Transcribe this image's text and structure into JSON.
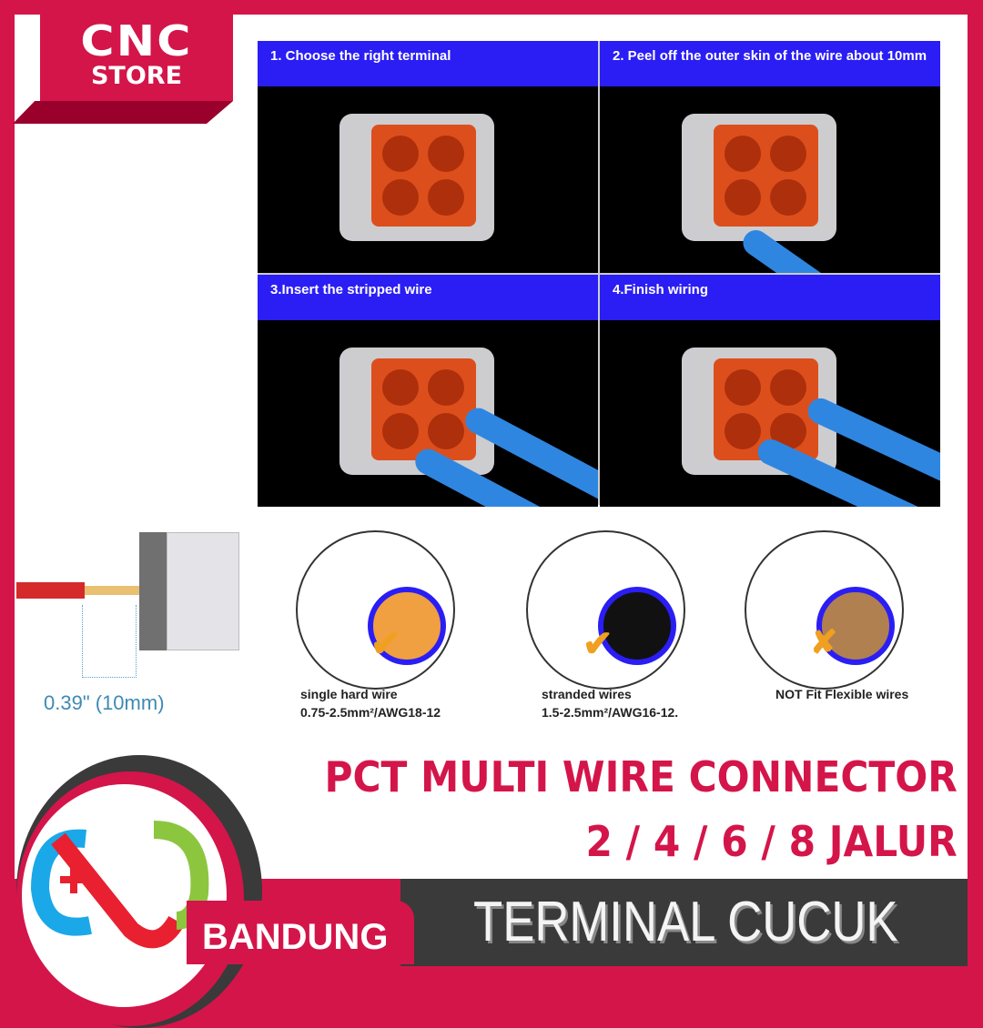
{
  "brand": {
    "line1": "CNC",
    "line2": "STORE"
  },
  "steps": [
    {
      "label": "1.  Choose the right terminal"
    },
    {
      "label": "2. Peel off the outer skin of the wire about 10mm"
    },
    {
      "label": "3.Insert the stripped wire"
    },
    {
      "label": "4.Finish wiring"
    }
  ],
  "strip_length": "0.39\" (10mm)",
  "wire_types": [
    {
      "name": "single hard wire",
      "spec": "0.75-2.5mm²/AWG18-12",
      "mark": "check"
    },
    {
      "name": "stranded wires",
      "spec": "1.5-2.5mm²/AWG16-12.",
      "mark": "check"
    },
    {
      "name": "NOT Fit Flexible wires",
      "spec": "",
      "mark": "x"
    }
  ],
  "title": {
    "line1": "PCT MULTI WIRE CONNECTOR",
    "line2": "2 / 4 / 6 / 8 JALUR",
    "subtitle": "TERMINAL CUCUK"
  },
  "location": "BANDUNG",
  "colors": {
    "brand": "#d4154a",
    "step_header": "#2a1ef5",
    "band": "#3a3a3a"
  }
}
